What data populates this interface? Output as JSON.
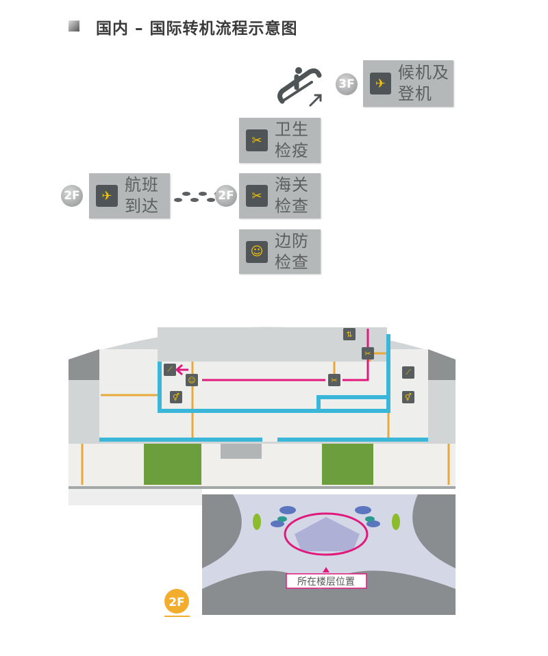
{
  "title": "国内 – 国际转机流程示意图",
  "steps": {
    "boarding": {
      "floor": "3F",
      "label": "候机及登机",
      "icon": "departure-icon"
    },
    "quarantine": {
      "label": "卫生检疫",
      "icon": "inspection-icon"
    },
    "customs": {
      "floor": "2F",
      "label": "海关检查",
      "icon": "inspection-icon"
    },
    "border": {
      "label": "边防检查",
      "icon": "border-officer-icon"
    },
    "arrival": {
      "floor": "2F",
      "label": "航班到达",
      "icon": "arrival-icon"
    }
  },
  "map": {
    "floor": "2F",
    "location_label": "所在楼层位置",
    "colors": {
      "route": "#e0197d",
      "wall": "#3ab6d8",
      "corridor": "#e8a93a",
      "green": "#6d9e3d"
    }
  }
}
